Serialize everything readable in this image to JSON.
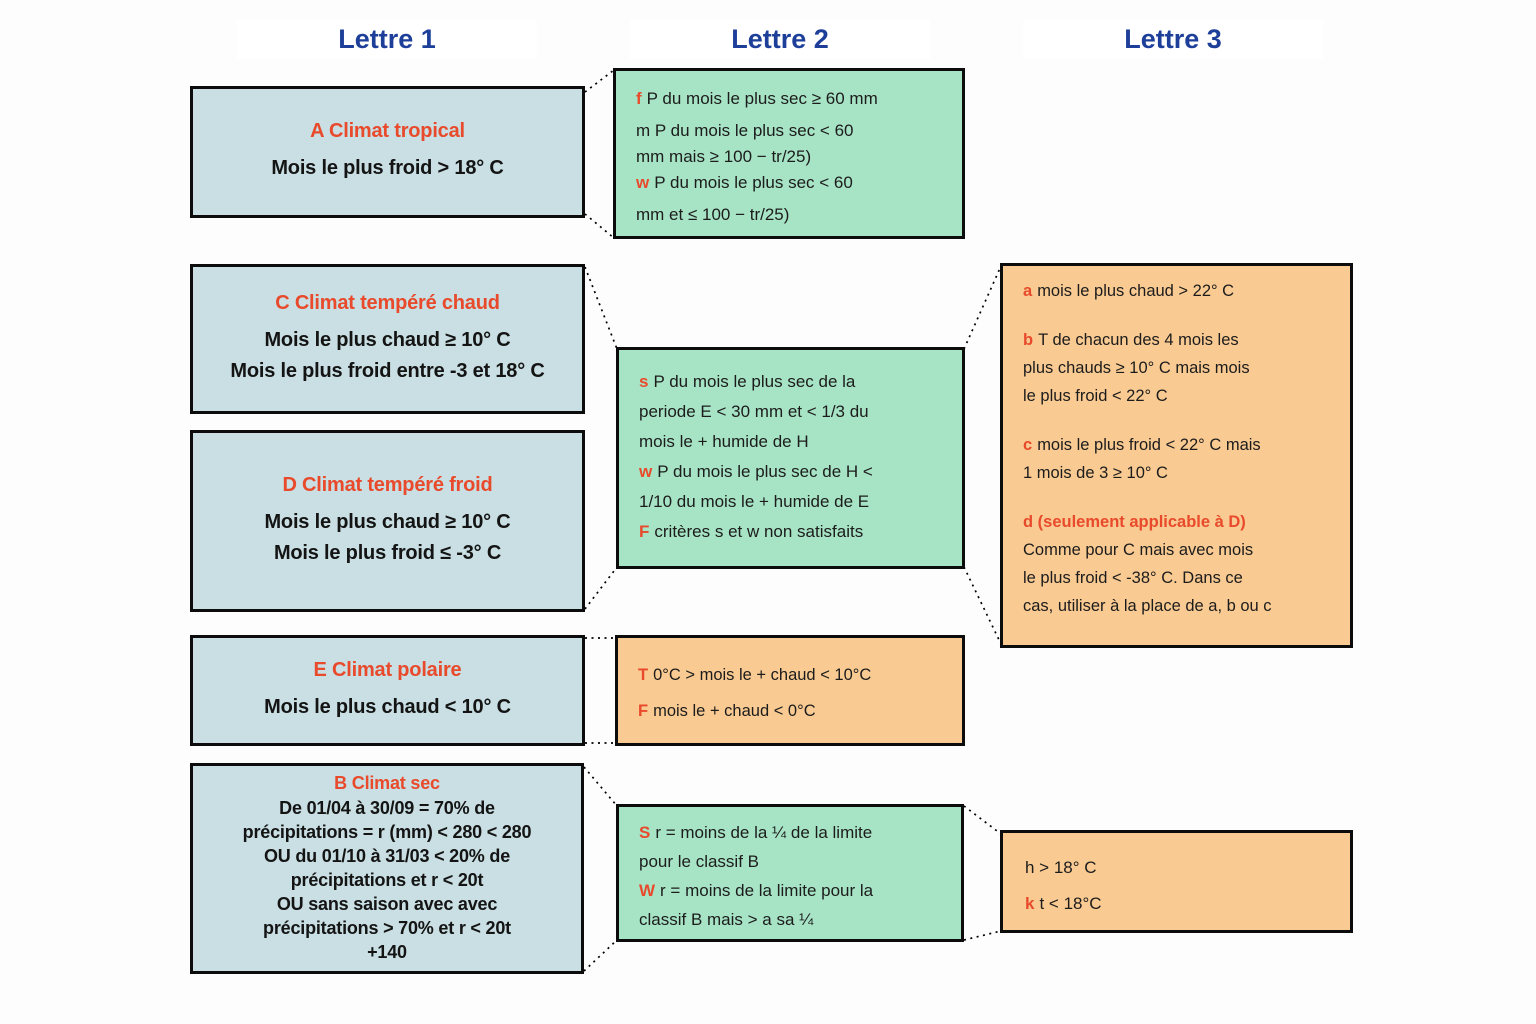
{
  "colors": {
    "climate_box_fill": "#c9dfe3",
    "green_box_fill": "#a7e4c5",
    "orange_box_fill": "#f9ca92",
    "accent_red": "#e84a2b",
    "header_blue": "#1d3e99",
    "border_black": "#0c0c0c"
  },
  "headers": {
    "lettre1": "Lettre 1",
    "lettre2": "Lettre 2",
    "lettre3": "Lettre 3"
  },
  "letter1": {
    "a": {
      "title": "A Climat tropical",
      "lines": [
        "Mois le plus froid > 18° C"
      ]
    },
    "c": {
      "title": "C Climat tempéré chaud",
      "lines": [
        "Mois le plus chaud ≥ 10° C",
        "Mois le plus froid entre -3 et 18° C"
      ]
    },
    "d": {
      "title": "D Climat tempéré froid",
      "lines": [
        "Mois le plus chaud ≥ 10° C",
        "Mois le plus froid ≤ -3° C"
      ]
    },
    "e": {
      "title": "E Climat polaire",
      "lines": [
        "Mois le plus chaud < 10° C"
      ]
    },
    "b": {
      "title": "B Climat sec",
      "lines": [
        "De 01/04 à 30/09 = 70% de",
        "précipitations = r (mm) < 280 < 280",
        "OU du 01/10 à 31/03 < 20% de",
        "précipitations et r < 20t",
        "OU sans saison avec avec",
        "précipitations > 70% et r < 20t",
        "+140"
      ]
    }
  },
  "letter2": {
    "tropical": {
      "lines": [
        {
          "prefix": "f",
          "text": "P du mois le plus sec ≥ 60 mm"
        },
        {
          "prefix": "",
          "text": "m P du mois le plus sec < 60"
        },
        {
          "prefix": "",
          "text": "mm mais ≥ 100 − tr/25)"
        },
        {
          "prefix": "w",
          "text": "P du mois le plus sec < 60"
        },
        {
          "prefix": "",
          "text": "mm et ≤ 100 − tr/25)"
        }
      ]
    },
    "temperate": {
      "lines": [
        {
          "prefix": "s",
          "text": "P du mois le plus sec de la"
        },
        {
          "prefix": "",
          "text": "periode E < 30 mm et < 1/3 du"
        },
        {
          "prefix": "",
          "text": "mois le + humide de H"
        },
        {
          "prefix": "w",
          "text": "P du mois le plus sec de H <"
        },
        {
          "prefix": "",
          "text": "1/10 du mois le + humide de E"
        },
        {
          "prefix": "F",
          "text": "critères s et w non satisfaits"
        }
      ]
    },
    "polar": {
      "lines": [
        {
          "prefix": "T",
          "text": "0°C > mois le + chaud < 10°C"
        },
        {
          "prefix": "F",
          "text": "mois le + chaud < 0°C"
        }
      ]
    },
    "dry": {
      "lines": [
        {
          "prefix": "S",
          "text": "r = moins de la ¼ de la limite"
        },
        {
          "prefix": "",
          "text": "pour le classif B"
        },
        {
          "prefix": "W",
          "text": "r = moins de la limite pour la"
        },
        {
          "prefix": "",
          "text": "classif B mais > a sa ¼"
        }
      ]
    }
  },
  "letter3": {
    "temperate": {
      "lines": [
        {
          "prefix": "a",
          "text": "mois le plus chaud > 22° C"
        },
        {
          "prefix": "b",
          "text": "T de chacun des 4 mois les"
        },
        {
          "prefix": "",
          "text": "plus chauds ≥ 10° C mais mois"
        },
        {
          "prefix": "",
          "text": "le plus froid < 22° C"
        },
        {
          "prefix": "c",
          "text": "mois le plus froid < 22° C mais"
        },
        {
          "prefix": "",
          "text": "1 mois de 3 ≥ 10° C"
        },
        {
          "prefix": "d (seulement applicable à D)",
          "text": ""
        },
        {
          "prefix": "",
          "text": "Comme pour C mais avec mois"
        },
        {
          "prefix": "",
          "text": "le plus froid < -38° C. Dans ce"
        },
        {
          "prefix": "",
          "text": "cas, utiliser à la place de a, b ou c"
        }
      ]
    },
    "dry": {
      "lines": [
        {
          "prefix": "",
          "text": "h > 18° C"
        },
        {
          "prefix": "k",
          "text": "t < 18°C"
        }
      ]
    }
  }
}
